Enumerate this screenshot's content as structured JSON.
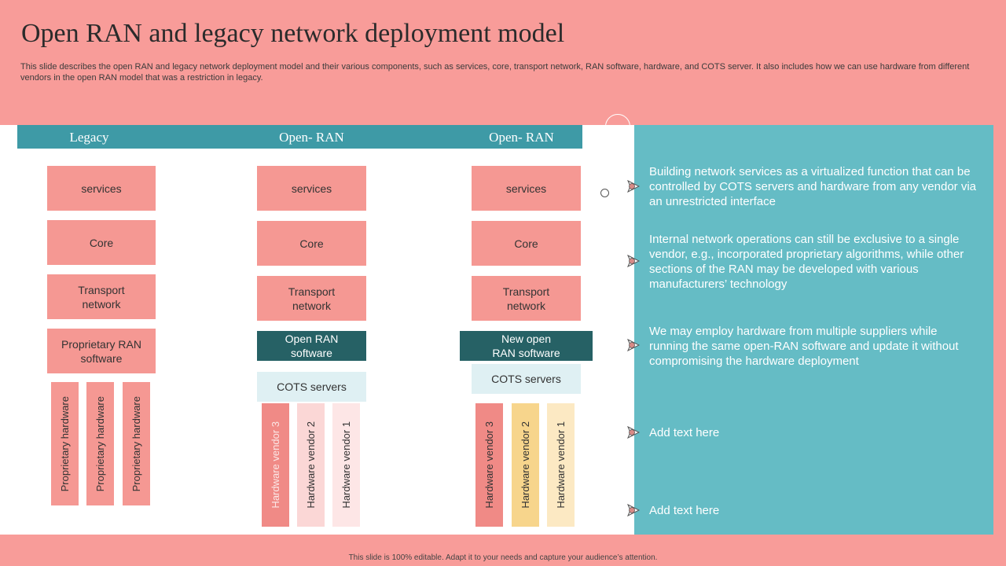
{
  "title": "Open RAN and legacy network deployment model",
  "description": "This slide describes the open RAN and legacy network deployment model and their various components, such as services, core, transport network, RAN software, hardware, and COTS server. It also includes how we can use hardware from different vendors in the open RAN model that was a restriction in legacy.",
  "columns": [
    {
      "header": "Legacy",
      "stack": [
        "services",
        "Core",
        "Transport network",
        "Proprietary RAN software"
      ],
      "hardware": [
        "Proprietary hardware",
        "Proprietary hardware",
        "Proprietary hardware"
      ]
    },
    {
      "header": "Open- RAN",
      "stack": [
        "services",
        "Core",
        "Transport network"
      ],
      "software": "Open RAN software",
      "server": "COTS servers",
      "hardware": [
        "Hardware vendor 3",
        "Hardware vendor 2",
        "Hardware vendor 1"
      ]
    },
    {
      "header": "Open- RAN",
      "stack": [
        "services",
        "Core",
        "Transport network"
      ],
      "software": "New open RAN software",
      "server": "COTS servers",
      "hardware": [
        "Hardware vendor 3",
        "Hardware vendor 2",
        "Hardware vendor 1"
      ]
    }
  ],
  "notes": [
    "Building network services as a virtualized function that can be controlled by COTS servers and hardware from any vendor via an unrestricted interface",
    "Internal network operations can still be exclusive to a single vendor, e.g., incorporated proprietary algorithms, while other sections of the RAN may be developed with various manufacturers’ technology",
    "We may employ hardware from multiple suppliers while running the same open-RAN software and update it without compromising the hardware deployment",
    "Add text here",
    "Add text here"
  ],
  "footer": "This slide is 100% editable. Adapt it to your needs and capture your audience’s attention.",
  "colors": {
    "background": "#f89c99",
    "salmon_box": "#f59893",
    "header_teal": "#3e9aa6",
    "panel_teal": "#65bcc5",
    "dark_teal": "#266165",
    "light_blue": "#dff0f3",
    "vendor_red": "#f08a86",
    "vendor_pink": "#fbd7d6",
    "vendor_light_pink": "#fde6e6",
    "vendor_gold": "#f7d58c",
    "vendor_cream": "#fce9c3"
  }
}
